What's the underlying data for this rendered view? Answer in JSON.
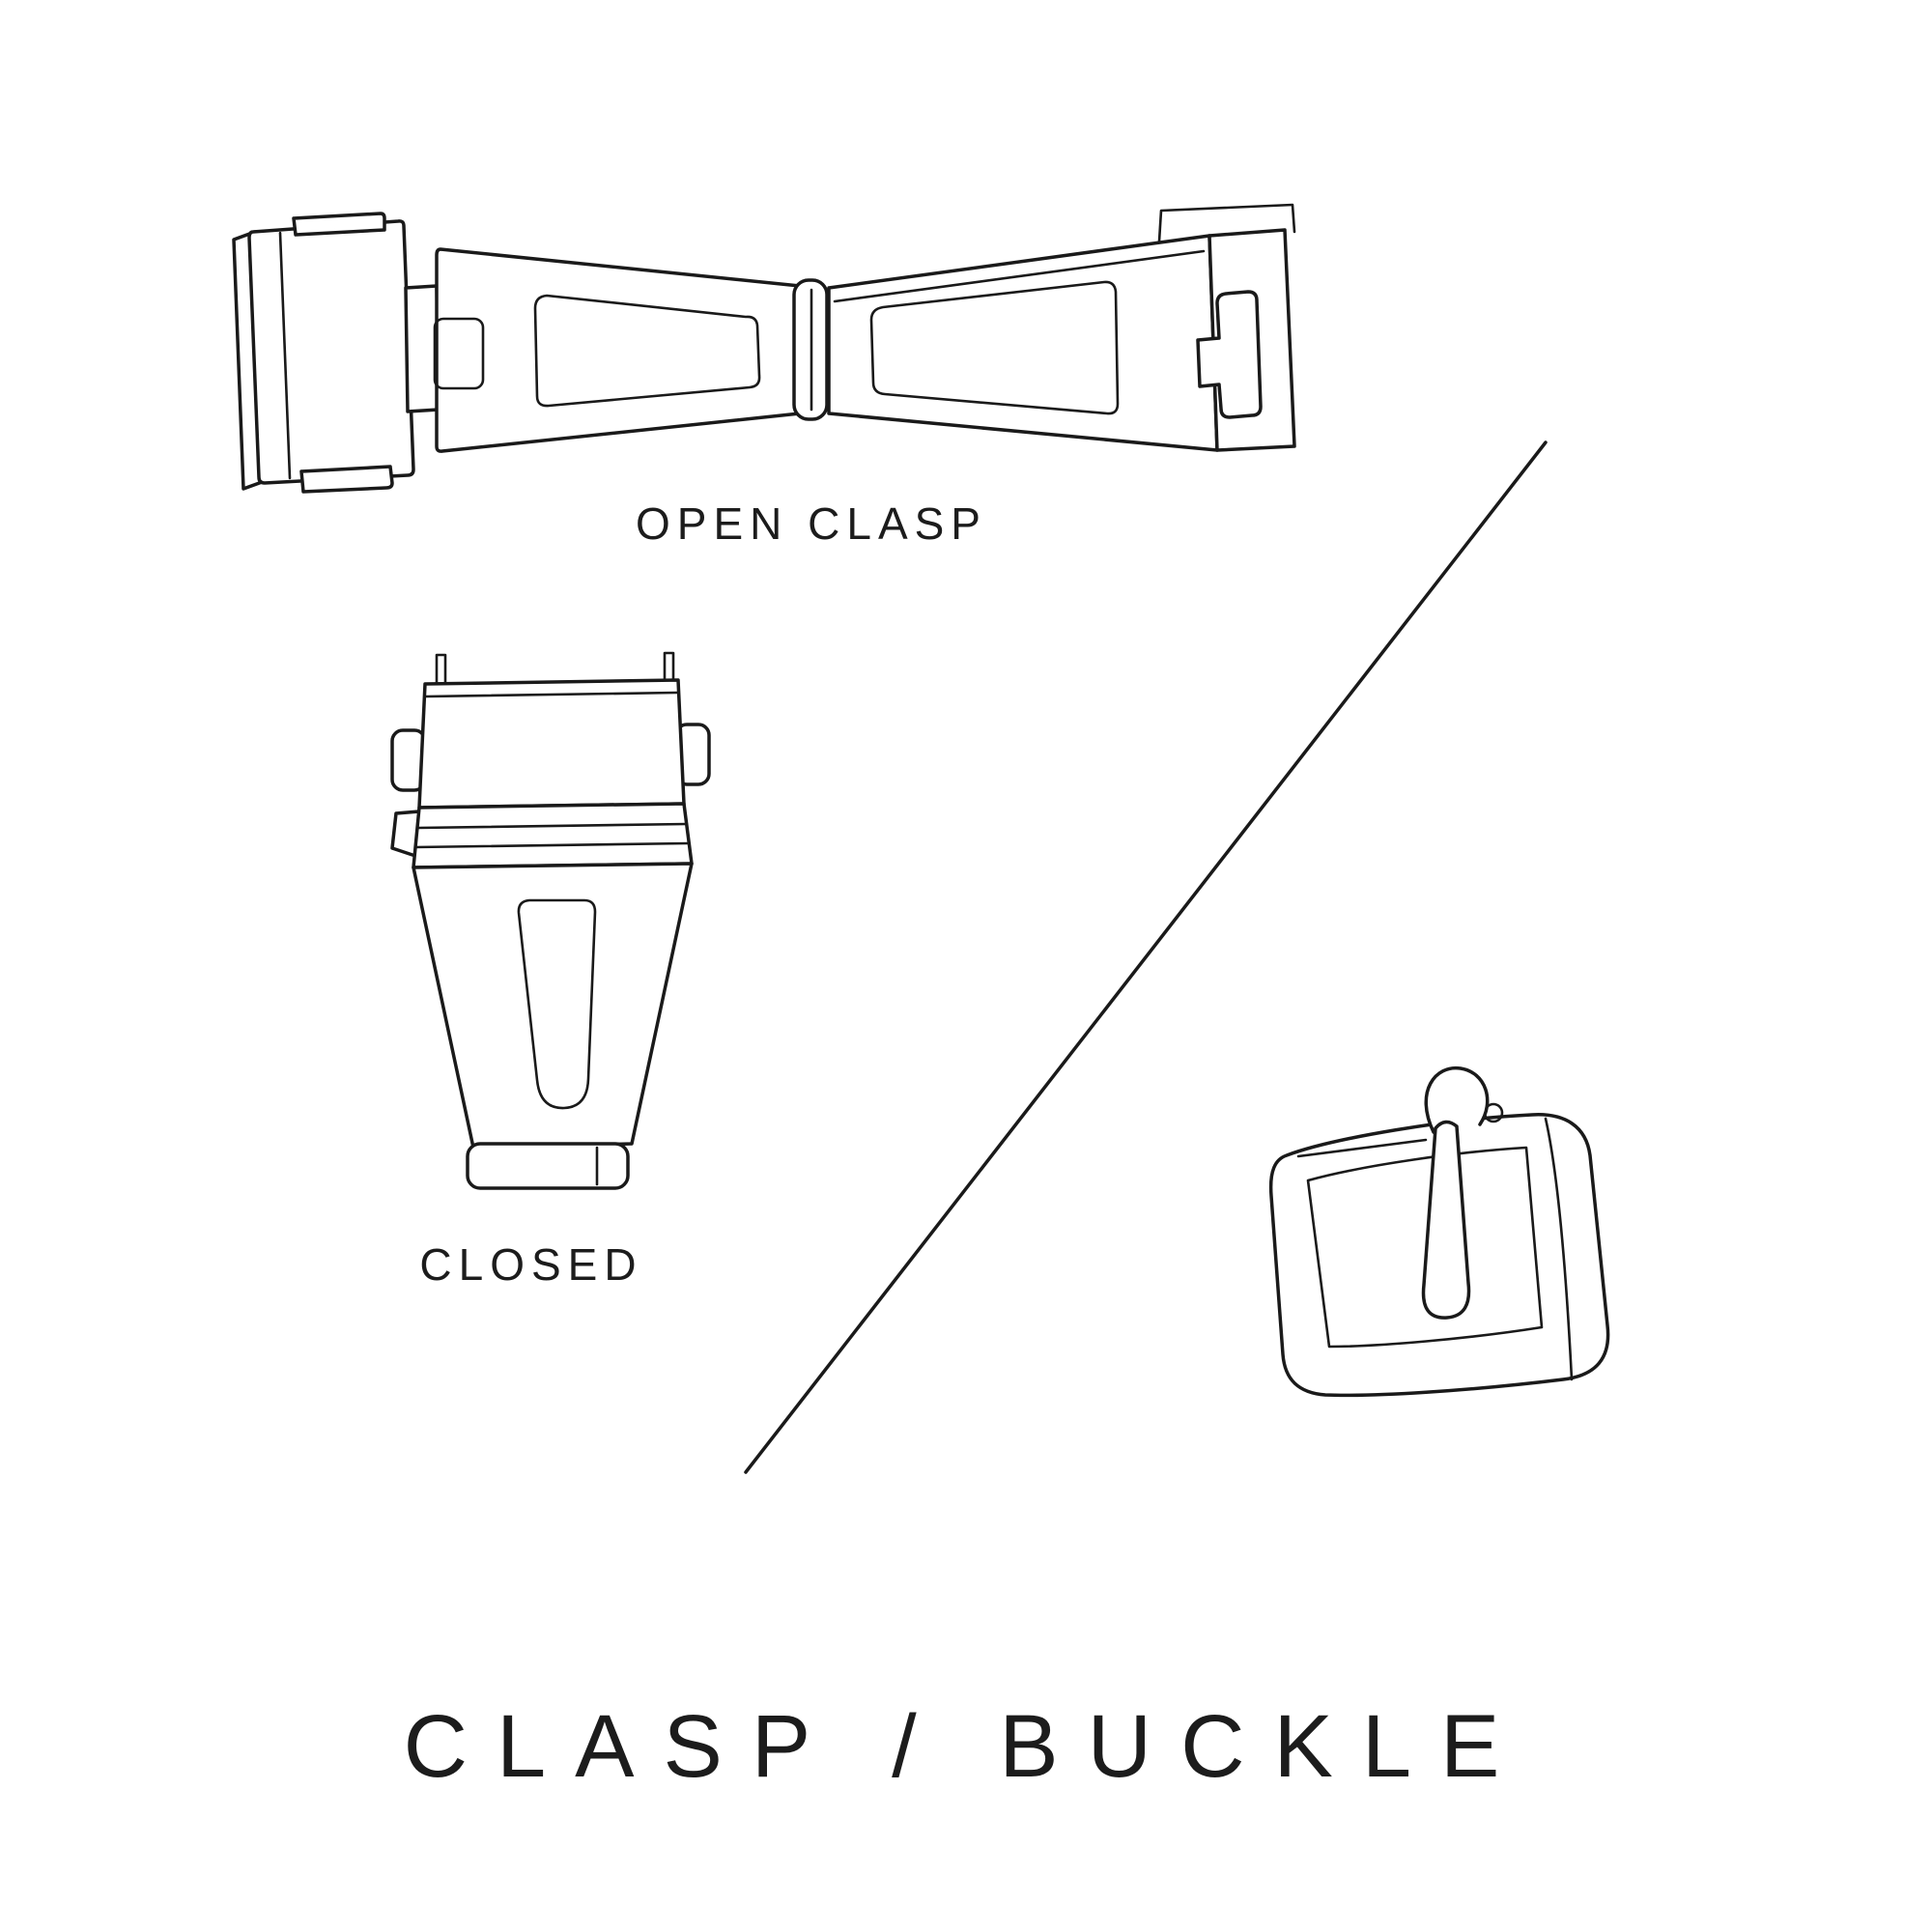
{
  "page": {
    "background_color": "#ffffff",
    "ink_color": "#1a1a1a"
  },
  "title": "CLASP / BUCKLE",
  "labels": {
    "open_clasp": "OPEN CLASP",
    "closed": "CLOSED"
  },
  "illustrations": {
    "open_clasp": "open-clasp-line-drawing",
    "closed_clasp": "closed-clasp-line-drawing",
    "buckle": "buckle-line-drawing",
    "divider": "diagonal-divider-line"
  }
}
